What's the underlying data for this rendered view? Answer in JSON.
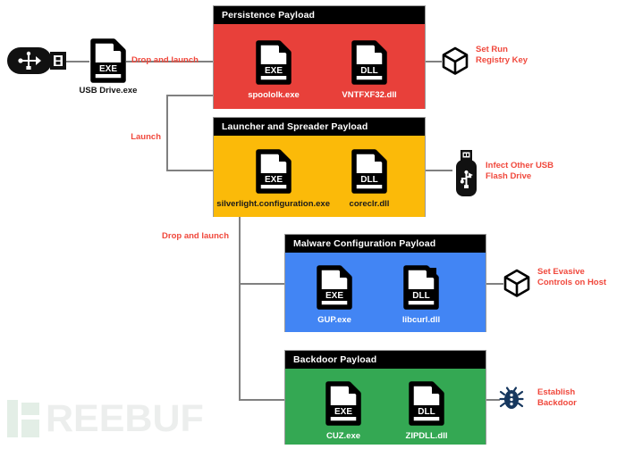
{
  "diagram": {
    "title": "USB malware infection chain",
    "watermark": "REEBUF",
    "colors": {
      "persistence": "#e8403a",
      "launcher": "#fbba09",
      "configuration": "#4285f4",
      "backdoor": "#34a853",
      "header": "#000000",
      "connector": "#808080",
      "annotation": "#f0483c"
    }
  },
  "source": {
    "usb_icon": "usb-drive-icon",
    "file": {
      "type": "EXE",
      "label": "USB Drive.exe"
    }
  },
  "edges": {
    "drop_and_launch_1": "Drop and launch",
    "launch": "Launch",
    "drop_and_launch_2": "Drop and launch"
  },
  "payloads": [
    {
      "id": "persistence",
      "title": "Persistence Payload",
      "color": "#e8403a",
      "files": [
        {
          "type": "EXE",
          "label": "spoololk.exe"
        },
        {
          "type": "DLL",
          "label": "VNTFXF32.dll"
        }
      ],
      "outcome": {
        "icon": "cube-icon",
        "lines": [
          "Set Run",
          "Registry Key"
        ]
      }
    },
    {
      "id": "launcher",
      "title": "Launcher and Spreader Payload",
      "color": "#fbba09",
      "files": [
        {
          "type": "EXE",
          "label": "silverlight.configuration.exe"
        },
        {
          "type": "DLL",
          "label": "coreclr.dll"
        }
      ],
      "outcome": {
        "icon": "usb-flash-drive-icon",
        "lines": [
          "Infect Other USB",
          "Flash Drive"
        ]
      }
    },
    {
      "id": "configuration",
      "title": "Malware Configuration Payload",
      "color": "#4285f4",
      "files": [
        {
          "type": "EXE",
          "label": "GUP.exe"
        },
        {
          "type": "DLL",
          "label": "libcurl.dll"
        }
      ],
      "outcome": {
        "icon": "cube-icon",
        "lines": [
          "Set Evasive",
          "Controls on Host"
        ]
      }
    },
    {
      "id": "backdoor",
      "title": "Backdoor Payload",
      "color": "#34a853",
      "files": [
        {
          "type": "EXE",
          "label": "CUZ.exe"
        },
        {
          "type": "DLL",
          "label": "ZIPDLL.dll"
        }
      ],
      "outcome": {
        "icon": "bug-icon",
        "lines": [
          "Establish",
          "Backdoor"
        ]
      }
    }
  ]
}
